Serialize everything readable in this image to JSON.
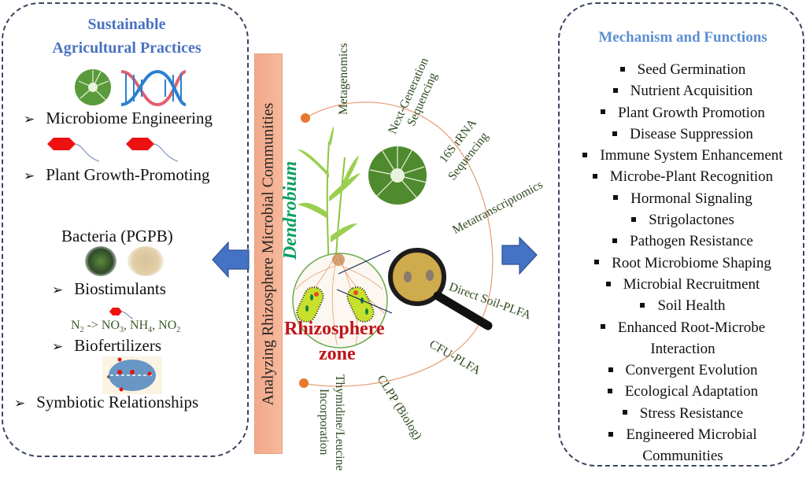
{
  "left_panel": {
    "title_line1": "Sustainable",
    "title_line2": "Agricultural Practices",
    "items": [
      {
        "label": "Microbiome Engineering",
        "bullet": true
      },
      {
        "label": "Plant Growth-Promoting",
        "bullet": true
      },
      {
        "label": "Bacteria (PGPB)",
        "bullet": false
      },
      {
        "label": "Biostimulants",
        "bullet": true
      },
      {
        "label": "Biofertilizers",
        "bullet": true
      },
      {
        "label": "Symbiotic Relationships",
        "bullet": true
      }
    ],
    "bullet_glyph": "➢",
    "nitrogen_equation": {
      "n2": "N",
      "n2_sub": "2",
      "arrow": " -> NO",
      "no3_sub": "3",
      "nh4": ", NH",
      "nh4_sub": "4",
      "no2": ", NO",
      "no2_sub": "2"
    }
  },
  "center": {
    "banner": "Analyzing Rhizosphere Microbial Communities",
    "plant_label": "Dendrobium",
    "zone_line1": "Rhizosphere",
    "zone_line2": "zone",
    "techniques": {
      "metagenomics": "Metagenomics",
      "ngs_line1": "Next-Generation",
      "ngs_line2": "Sequencing",
      "rrna_line1": "16S rRNA",
      "rrna_line2": "Sequencing",
      "metatranscriptomics": "Metatranscriptomics",
      "direct_soil": "Direct Soil-PLFA",
      "cfu": "CFU-PLFA",
      "clpp": "CLPP (Biolog)",
      "thymidine_line1": "Thymidine/Leucine",
      "thymidine_line2": "Incorporation"
    }
  },
  "right_panel": {
    "title": "Mechanism and Functions",
    "items": [
      "Seed Germination",
      "Nutrient Acquisition",
      "Plant Growth Promotion",
      "Disease Suppression",
      "Immune System Enhancement",
      "Microbe-Plant Recognition",
      "Hormonal Signaling",
      "Strigolactones",
      "Pathogen Resistance",
      "Root Microbiome Shaping",
      "Microbial Recruitment",
      "Soil Health",
      "Enhanced Root-Microbe",
      "Interaction",
      "Convergent Evolution",
      "Ecological Adaptation",
      "Stress Resistance",
      "Engineered Microbial",
      "Communities"
    ],
    "continuation_lines": [
      13,
      18
    ]
  },
  "colors": {
    "left_title": "#4a72c0",
    "right_title": "#5b8fd0",
    "arrow_fill": "#4472c4",
    "banner_fill": "#f4b096",
    "zone_red": "#c01418",
    "dendrobium_green": "#0aa060",
    "arc_orange": "#e8a27a",
    "dot_orange": "#e8782e",
    "technique_text": "#2d4a1e"
  }
}
